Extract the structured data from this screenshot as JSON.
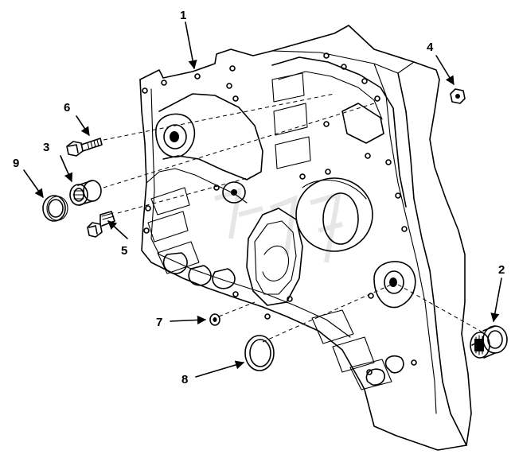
{
  "figure": {
    "callouts": [
      {
        "id": "1",
        "label": "1"
      },
      {
        "id": "2",
        "label": "2"
      },
      {
        "id": "3",
        "label": "3"
      },
      {
        "id": "4",
        "label": "4"
      },
      {
        "id": "5",
        "label": "5"
      },
      {
        "id": "6",
        "label": "6"
      },
      {
        "id": "7",
        "label": "7"
      },
      {
        "id": "8",
        "label": "8"
      },
      {
        "id": "9",
        "label": "9"
      }
    ]
  }
}
